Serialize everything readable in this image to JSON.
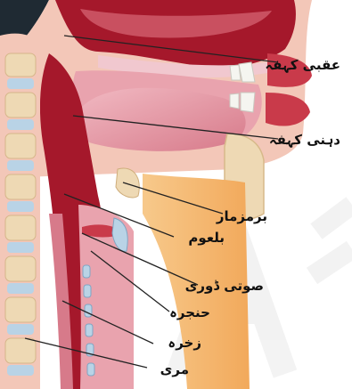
{
  "labels": {
    "nasopharynx": "عقبی کہفہ",
    "oral_cavity": "دہنی کہفہ",
    "epiglottis": "برمزمار",
    "pharynx": "بلعوم",
    "vocal_cords": "صوتی ڈوری",
    "larynx": "حنجرہ",
    "trachea": "زخرہ",
    "esophagus": "مری"
  },
  "colors": {
    "tissue_pink": "#e79aa6",
    "cavity_dark_red": "#a5182b",
    "bone_beige": "#eed9b4",
    "cartilage_blue": "#b9d3e6",
    "leader_line": "#222222"
  }
}
